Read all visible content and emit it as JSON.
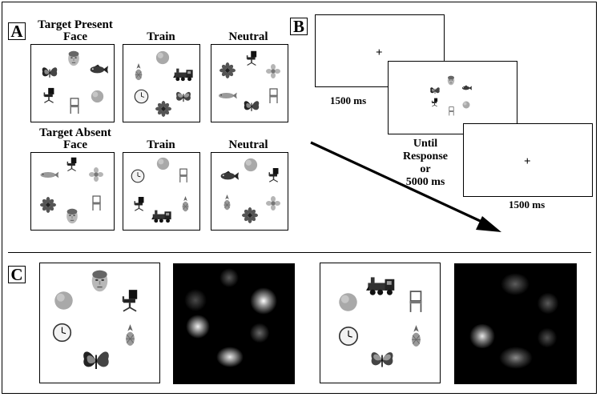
{
  "panel_a": {
    "label": "A",
    "present_heading_line1": "Target Present",
    "absent_heading_line1": "Target Absent",
    "columns": [
      "Face",
      "Train",
      "Neutral"
    ]
  },
  "panel_b": {
    "label": "B",
    "fixation": "+",
    "timing_fixation_1": "1500 ms",
    "timing_search": [
      "Until",
      "Response",
      "or",
      "5000 ms"
    ],
    "timing_fixation_2": "1500 ms"
  },
  "panel_c": {
    "label": "C"
  },
  "icons": [
    "butterfly-icon",
    "face-icon",
    "fish-icon",
    "office-chair-icon",
    "chair-icon",
    "ball-icon",
    "pineapple-icon",
    "train-icon",
    "clock-icon",
    "flower-icon"
  ],
  "colors": {
    "ball": "#a9a9a9",
    "heatmap_bg": "#000000",
    "blob": "#ffffff"
  }
}
